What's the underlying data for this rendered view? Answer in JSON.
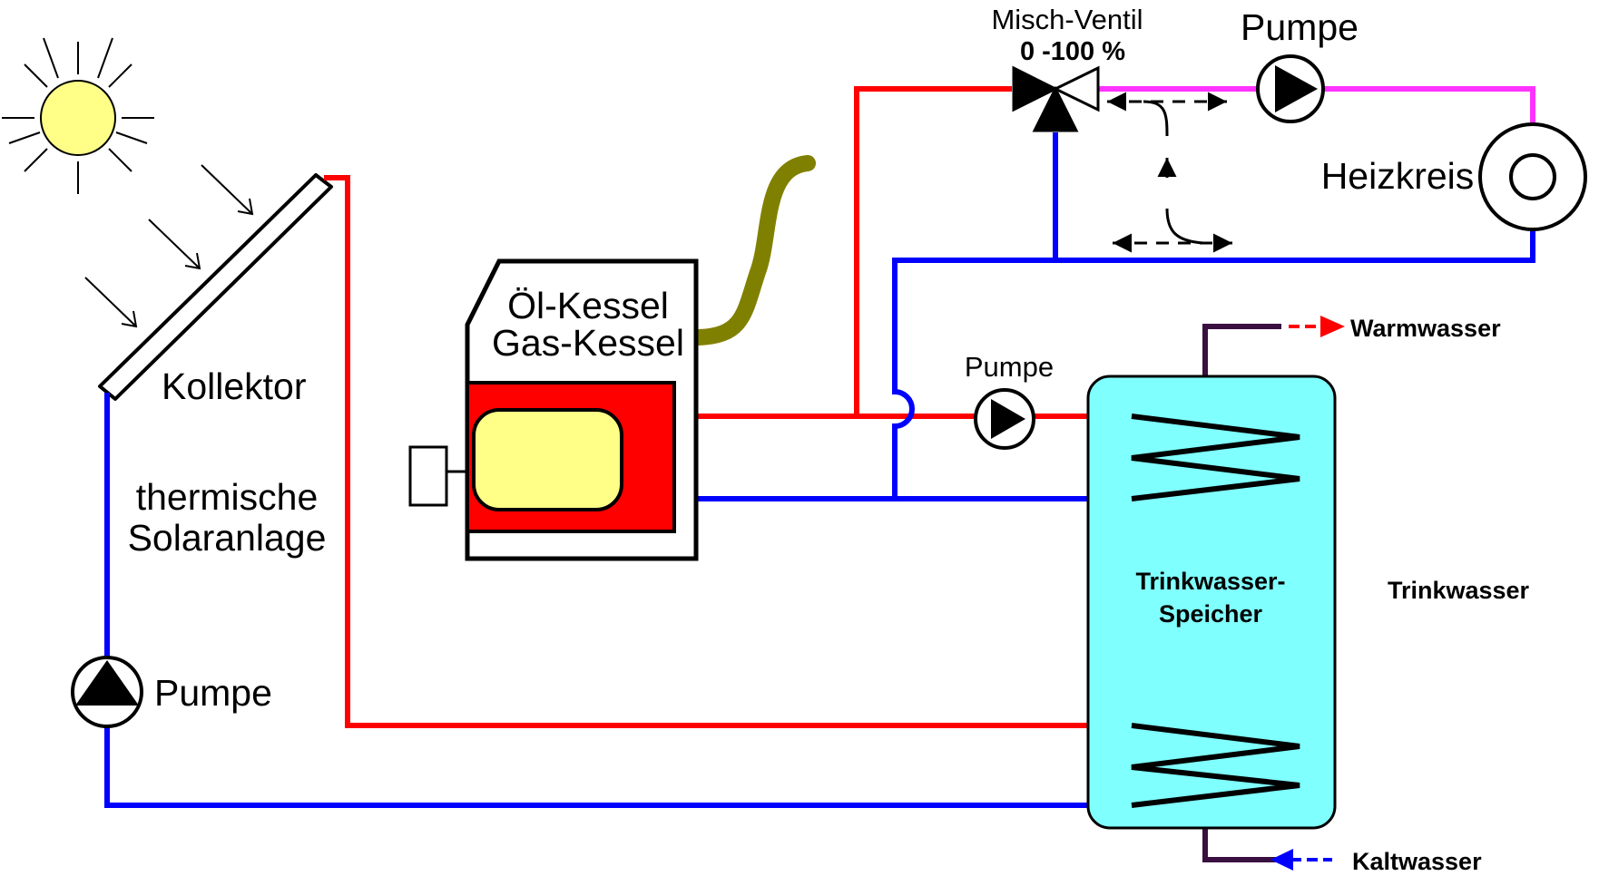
{
  "labels": {
    "kollektor": "Kollektor",
    "solar_line1": "thermische",
    "solar_line2": "Solaranlage",
    "pumpe_solar": "Pumpe",
    "kessel_line1": "Öl-Kessel",
    "kessel_line2": "Gas-Kessel",
    "pumpe_speicher": "Pumpe",
    "misch_ventil": "Misch-Ventil",
    "misch_range": "0 -100 %",
    "pumpe_heizkreis": "Pumpe",
    "heizkreis": "Heizkreis",
    "warmwasser": "Warmwasser",
    "speicher_line1": "Trinkwasser-",
    "speicher_line2": "Speicher",
    "trinkwasser": "Trinkwasser",
    "kaltwasser": "Kaltwasser"
  },
  "colors": {
    "hot_flow": "#ff0000",
    "cold_return": "#0000ff",
    "heating_supply": "#ff33ff",
    "domestic_pipe": "#3a1040",
    "boiler_body": "#ff0000",
    "burner_chamber": "#ffff88",
    "storage_tank": "#80ffff",
    "sun": "#ffff88",
    "flue_pipe": "#808000"
  }
}
